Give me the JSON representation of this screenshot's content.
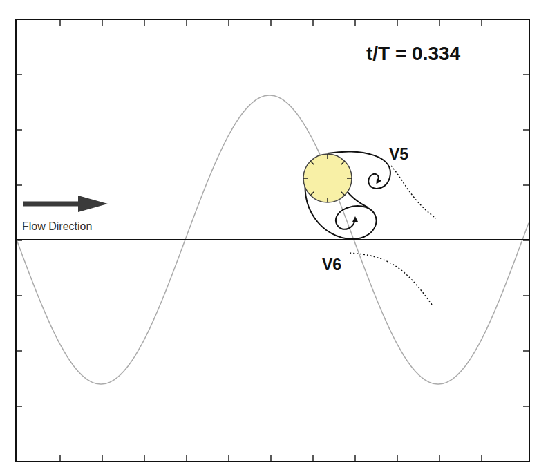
{
  "diagram": {
    "labels": [
      "t/T = 0.334",
      "V5",
      "V6",
      "Flow Direction"
    ]
  }
}
